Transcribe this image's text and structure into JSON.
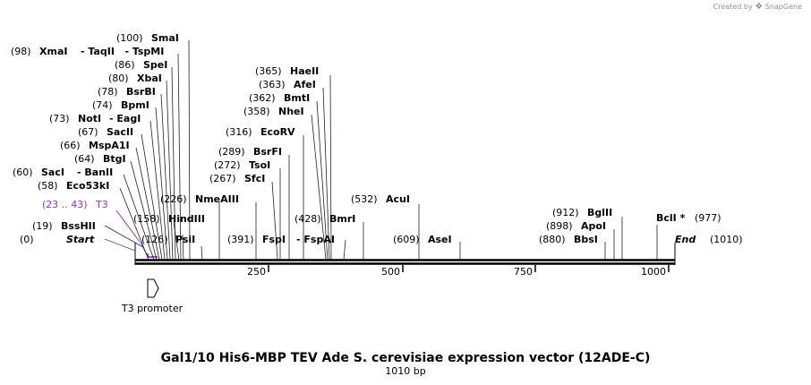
{
  "credit": {
    "prefix": "Created by",
    "brand": "SnapGene"
  },
  "map": {
    "title": "Gal1/10 His6-MBP TEV Ade S. cerevisiae expression vector (12ADE-C)",
    "length_label": "1010 bp",
    "length": 1010,
    "ruler": [
      "250",
      "500",
      "750",
      "1000"
    ],
    "start": {
      "pos": "(0)",
      "name": "Start"
    },
    "end": {
      "pos": "(1010)",
      "name": "End"
    },
    "primer": {
      "range": "(23 .. 43)",
      "name": "T3",
      "color": "#9b30d0"
    },
    "feature": {
      "name": "T3 promoter"
    },
    "sites": [
      {
        "pos": "(19)",
        "name": "BssHII"
      },
      {
        "pos": "(58)",
        "name": "Eco53kI"
      },
      {
        "pos": "(60)",
        "name": "SacI",
        "suffix": "- BanII"
      },
      {
        "pos": "(64)",
        "name": "BtgI"
      },
      {
        "pos": "(66)",
        "name": "MspA1I"
      },
      {
        "pos": "(67)",
        "name": "SacII"
      },
      {
        "pos": "(73)",
        "name": "NotI",
        "suffix": "- EagI"
      },
      {
        "pos": "(74)",
        "name": "BpmI"
      },
      {
        "pos": "(78)",
        "name": "BsrBI"
      },
      {
        "pos": "(80)",
        "name": "XbaI"
      },
      {
        "pos": "(86)",
        "name": "SpeI"
      },
      {
        "pos": "(98)",
        "name": "XmaI",
        "suffix": "- TaqII   - TspMI"
      },
      {
        "pos": "(100)",
        "name": "SmaI"
      },
      {
        "pos": "(126)",
        "name": "PsiI"
      },
      {
        "pos": "(158)",
        "name": "HindIII"
      },
      {
        "pos": "(226)",
        "name": "NmeAIII"
      },
      {
        "pos": "(267)",
        "name": "SfcI"
      },
      {
        "pos": "(272)",
        "name": "TsoI"
      },
      {
        "pos": "(289)",
        "name": "BsrFI"
      },
      {
        "pos": "(316)",
        "name": "EcoRV"
      },
      {
        "pos": "(358)",
        "name": "NheI"
      },
      {
        "pos": "(362)",
        "name": "BmtI"
      },
      {
        "pos": "(363)",
        "name": "AfeI"
      },
      {
        "pos": "(365)",
        "name": "HaeII"
      },
      {
        "pos": "(391)",
        "name": "FspI",
        "suffix": "- FspAI"
      },
      {
        "pos": "(428)",
        "name": "BmrI"
      },
      {
        "pos": "(532)",
        "name": "AcuI"
      },
      {
        "pos": "(609)",
        "name": "AseI"
      },
      {
        "pos": "(880)",
        "name": "BbsI"
      },
      {
        "pos": "(898)",
        "name": "ApoI"
      },
      {
        "pos": "(912)",
        "name": "BglII"
      },
      {
        "pos": "(977)",
        "name": "BclI *"
      }
    ]
  }
}
